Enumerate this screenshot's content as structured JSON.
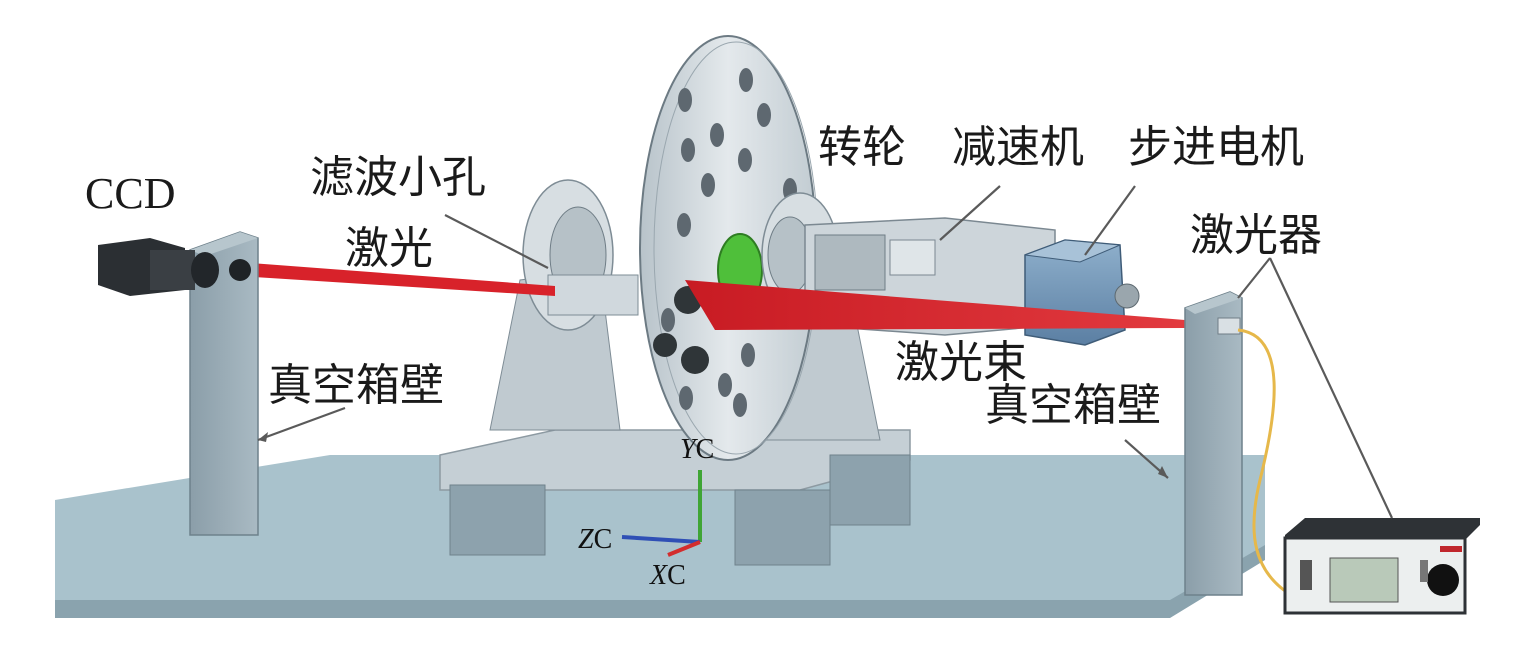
{
  "labels": {
    "ccd": "CCD",
    "filter_pinhole": "滤波小孔",
    "laser": "激光",
    "wheel": "转轮",
    "reducer": "减速机",
    "stepper_motor": "步进电机",
    "laser_device": "激光器",
    "laser_beam": "激光束",
    "vacuum_wall_left": "真空箱壁",
    "vacuum_wall_right": "真空箱壁"
  },
  "axes": {
    "y": {
      "letter": "Y",
      "suffix": "C"
    },
    "z": {
      "letter": "Z",
      "suffix": "C"
    },
    "x": {
      "letter": "X",
      "suffix": "C"
    }
  },
  "colors": {
    "laser_red": "#d8222a",
    "base_plate": "#a9c2cc",
    "metal": "#c9d2d8",
    "wall": "#98aab4",
    "motor_blue": "#6e93b7",
    "ccd_black": "#2b2f33",
    "fiber_yellow": "#e6b84a"
  }
}
